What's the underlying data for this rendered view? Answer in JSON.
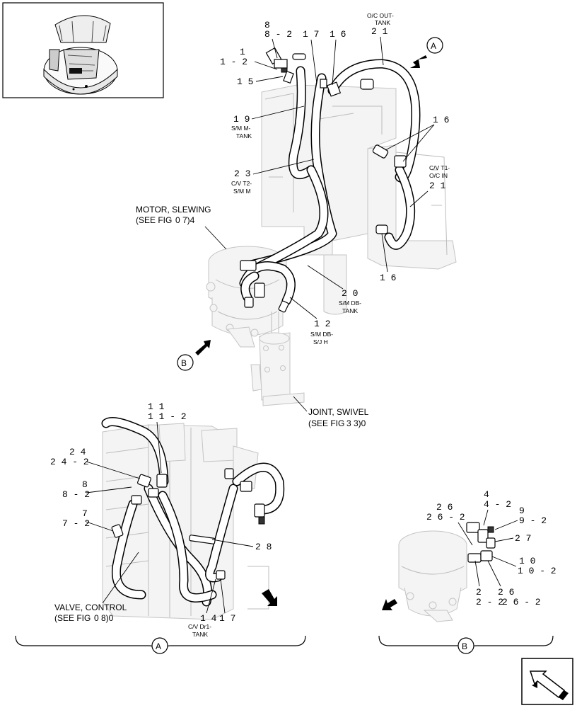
{
  "callouts": {
    "c1": "1",
    "c1_2": "1 - 2",
    "c8": "8",
    "c8_2": "8 - 2",
    "c17": "1 7",
    "c16_top": "1 6",
    "c21_top": "2 1",
    "c15": "1 5",
    "c19": "1 9",
    "c23": "2 3",
    "c16_right": "1 6",
    "c21_right": "2 1",
    "c16_bottom": "1 6",
    "c20": "2 0",
    "c12": "1 2",
    "c11": "1 1",
    "c11_2": "1 1 - 2",
    "c24": "2 4",
    "c24_2": "2 4 - 2",
    "c8b": "8",
    "c8b_2": "8 - 2",
    "c7": "7",
    "c7_2": "7 - 2",
    "c28": "2 8",
    "c14": "1 4",
    "c17b": "1 7",
    "c4": "4",
    "c4_2": "4 - 2",
    "c26": "2 6",
    "c26_2": "2 6 - 2",
    "c9": "9",
    "c9_2": "9 - 2",
    "c27": "2 7",
    "c10": "1 0",
    "c10_2": "1 0 - 2",
    "c2_row": "2 - 2",
    "c2_2": "2",
    "c26b": "2 6",
    "c2_26": "2 6 - 2"
  },
  "hose_labels": {
    "oc_out_tank_1": "O/C OUT-",
    "oc_out_tank_2": "TANK",
    "sm_m_tank_1": "S/M M-",
    "sm_m_tank_2": "TANK",
    "cv_t2_1": "C/V T2-",
    "cv_t2_2": "S/M M",
    "cv_t1_1": "C/V T1-",
    "cv_t1_2": "O/C IN",
    "sm_db_tank_1": "S/M DB-",
    "sm_db_tank_2": "TANK",
    "sm_db_sjh_1": "S/M DB-",
    "sm_db_sjh_2": "S/J H",
    "cv_dr1_1": "C/V Dr1-",
    "cv_dr1_2": "TANK"
  },
  "component_labels": {
    "motor_1": "MOTOR, SLEWING",
    "motor_2": "(SEE FIG",
    "motor_ref": "0 7)4",
    "joint_1": "JOINT, SWIVEL",
    "joint_2": "(SEE FIG",
    "joint_ref": "3 3)0",
    "valve_1": "VALVE, CONTROL",
    "valve_2": "(SEE FIG",
    "valve_ref": "0 8)0"
  },
  "view_markers": {
    "a_top": "A",
    "b_left": "B",
    "a_group": "A",
    "b_group": "B"
  },
  "icons": {
    "thumbnail": "machine-thumbnail-icon",
    "nav": "return-arrow-icon"
  }
}
